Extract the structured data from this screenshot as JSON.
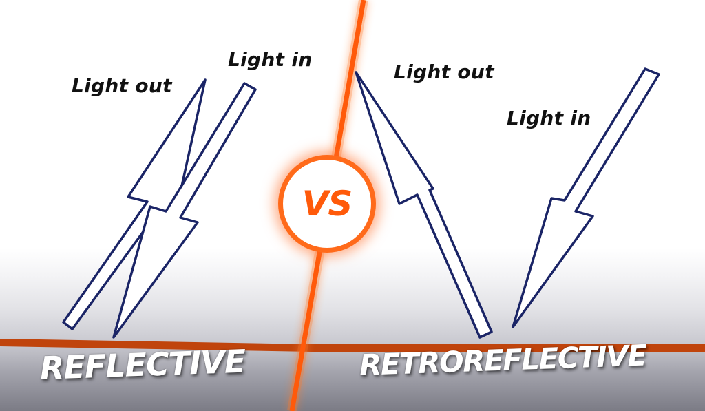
{
  "labels": {
    "left_light_out": "Light out",
    "left_light_in": "Light in",
    "right_light_out": "Light out",
    "right_light_in": "Light in"
  },
  "badge": {
    "text": "VS"
  },
  "titles": {
    "left": "REFLECTIVE",
    "right": "RETROREFLECTIVE"
  },
  "colors": {
    "accent": "#ff5a0a",
    "arrow_stroke": "#1a2466",
    "surface_line": "#c0440c",
    "title_text": "#ffffff"
  }
}
